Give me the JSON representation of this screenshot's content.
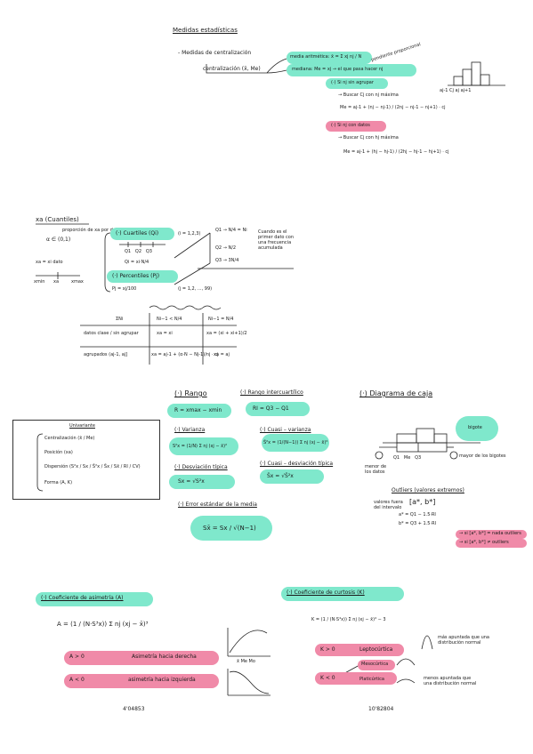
{
  "section1": {
    "title": "Medidas estadísticas",
    "line1": "- Medidas de centralización",
    "line2": "centralización (x̄, Me)",
    "media": "media aritmética: x̄ = Σ xj nj / N",
    "mediana": "mediana: Me = xj → el que pasa hacer nj",
    "pendiente": "pendiente proporcional",
    "caso1": "(·) Si nj sin agrupar",
    "caso1_sub": "→ Buscar Cj con nj máxima",
    "formula1": "Me = aj-1 + (nj − nj-1) / (2nj − nj-1 − nj+1) · cj",
    "caso2": "(·) Si nj con datos",
    "caso2_sub": "→ Buscar Cj con hj máxima",
    "formula2": "Me = aj-1 + (hj − hj-1) / (2hj − hj-1 − hj+1) · cj",
    "axis_labels": [
      "aj-1",
      "Cj",
      "aj",
      "aj+1"
    ]
  },
  "section2": {
    "title": "xa (Cuantiles)",
    "alpha": "α ∈ (0,1)",
    "alpha_note": "proporción de xa por debajo",
    "cuartiles": "(·) Cuartiles (Qi)",
    "cuartiles_range": "(i = 1,2,3)",
    "q_labels": [
      "Q1",
      "Q2",
      "Q3"
    ],
    "q_formula": "Qi = xi·N/4",
    "percentiles": "(·) Percentiles (Pj)",
    "percentiles_range": "(j = 1,2, ..., 99)",
    "pj": "Pj = xj/100",
    "xa_tab": "xa = xi dato",
    "xmin": "xmin",
    "xa": "xa",
    "xmax": "xmax",
    "note_right": "Cuando es el primer dato con una frecuencia acumulada",
    "r1": "Q1 → N/4 = Ni",
    "r2": "Q2 → N/2",
    "r3": "Q3 → 3N/4",
    "table_h1": "ΣNi",
    "table_h2": "Ni−1 < N/4",
    "table_h3": "Ni−1 = N/4",
    "table_r1c1": "datos clase / sin agrupar",
    "table_r1c2": "xa = xi",
    "table_r1c3": "xa = (xi + xi+1)/2",
    "table_r2c1": "agrupados (aj-1, aj]",
    "table_r2c2": "xa = aj-1 + (α·N − Nj-1)/nj · cj",
    "table_r2c3": "xa = aj"
  },
  "section3": {
    "box_title": "Univariante",
    "box_items": [
      "Centralización (x̄ / Me)",
      "Posición (xa)",
      "Dispersión (S²x / Sx / S̃²x / S̃x / Sx̄ / RI / CV)",
      "Forma (A, K)"
    ],
    "rango": "(·) Rango",
    "rango_f": "R = xmax − xmin",
    "ri": "(·) Rango intercuartílico",
    "ri_f": "RI = Q3 − Q1",
    "varianza": "(·) Varianza",
    "varianza_f": "S²x = (1/N) Σ nj (xj − x̄)²",
    "cuasi": "(·) Cuasi – varianza",
    "cuasi_f": "S̃²x = (1/(N−1)) Σ nj (xj − x̄)²",
    "desv": "(·) Desviación típica",
    "desv_f": "Sx = √S²x",
    "cuasi_desv": "(·) Cuasi – desviación típica",
    "cuasi_desv_f": "S̃x = √S̃²x",
    "error": "(·) Error estándar de la media",
    "error_f": "Sx̄ = Sx / √(N−1)",
    "boxplot": "(·) Diagrama de caja",
    "box_labels": [
      "Q1",
      "Me",
      "Q3"
    ],
    "bigote": "bigote",
    "min_label": "menor de los datos",
    "max_label": "mayor de los bigotes",
    "outliers": "Outliers (valores extremos)",
    "outliers_sub": "valores fuera del intervalo",
    "interval": "[a*, b*]",
    "a_star": "a* = Q1 − 1.5·RI",
    "b_star": "b* = Q3 + 1.5·RI",
    "note_p1": "→ si [a*, b*] = nada outliers",
    "note_p2": "→ si [a*, b*] ≠ outliers"
  },
  "section4": {
    "asim": "(·) Coeficiente de asimetría (A)",
    "asim_f": "A = (1 / (N·S³x)) Σ nj (xj − x̄)³",
    "a_pos": "A > 0",
    "a_pos_t": "Asimetría hacia derecha",
    "a_neg": "A < 0",
    "a_neg_t": "asimetría hacia izquierda",
    "curt": "(·) Coeficiente de curtosis (K)",
    "curt_f": "K = (1 / (N·S⁴x)) Σ nj (xj − x̄)⁴ − 3",
    "k_pos": "K > 0",
    "k_pos_t": "Leptocúrtica",
    "k_pos_n": "más apuntada que una distribución normal",
    "k_zero": "Mesocúrtica",
    "k_neg": "K < 0",
    "k_neg_t": "Platicúrtica",
    "k_neg_n": "menos apuntada que una distribución normal",
    "chart_labels": [
      "x̄",
      "Me",
      "Mo"
    ],
    "footer_left": "4'04853",
    "footer_right": "10'82804"
  }
}
